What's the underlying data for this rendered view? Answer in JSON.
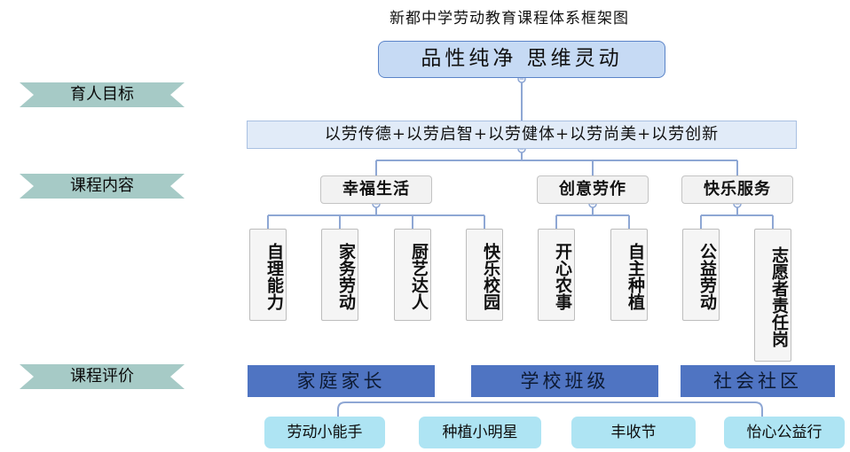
{
  "title": "新都中学劳动教育课程体系框架图",
  "ribbons": {
    "goal": "育人目标",
    "content": "课程内容",
    "evaluation": "课程评价"
  },
  "core_goal": "品性纯净  思维灵动",
  "formula": "以劳传德+以劳启智+以劳健体+以劳尚美+以劳创新",
  "categories": [
    {
      "label": "幸福生活",
      "items": [
        "自理能力",
        "家务劳动",
        "厨艺达人",
        "快乐校园"
      ]
    },
    {
      "label": "创意劳作",
      "items": [
        "开心农事",
        "自主种植"
      ]
    },
    {
      "label": "快乐服务",
      "items": [
        "公益劳动",
        "志愿者责任岗"
      ]
    }
  ],
  "evaluation_bars": [
    "家庭家长",
    "学校班级",
    "社会社区"
  ],
  "awards": [
    "劳动小能手",
    "种植小明星",
    "丰收节",
    "怡心公益行"
  ],
  "colors": {
    "ribbon": "#a6cac6",
    "core_fill": "#c6daf4",
    "formula_fill": "#e1ebf8",
    "connector": "#8ea7d4",
    "eval_bar": "#4f74c2",
    "award_fill": "#aee4f3"
  }
}
